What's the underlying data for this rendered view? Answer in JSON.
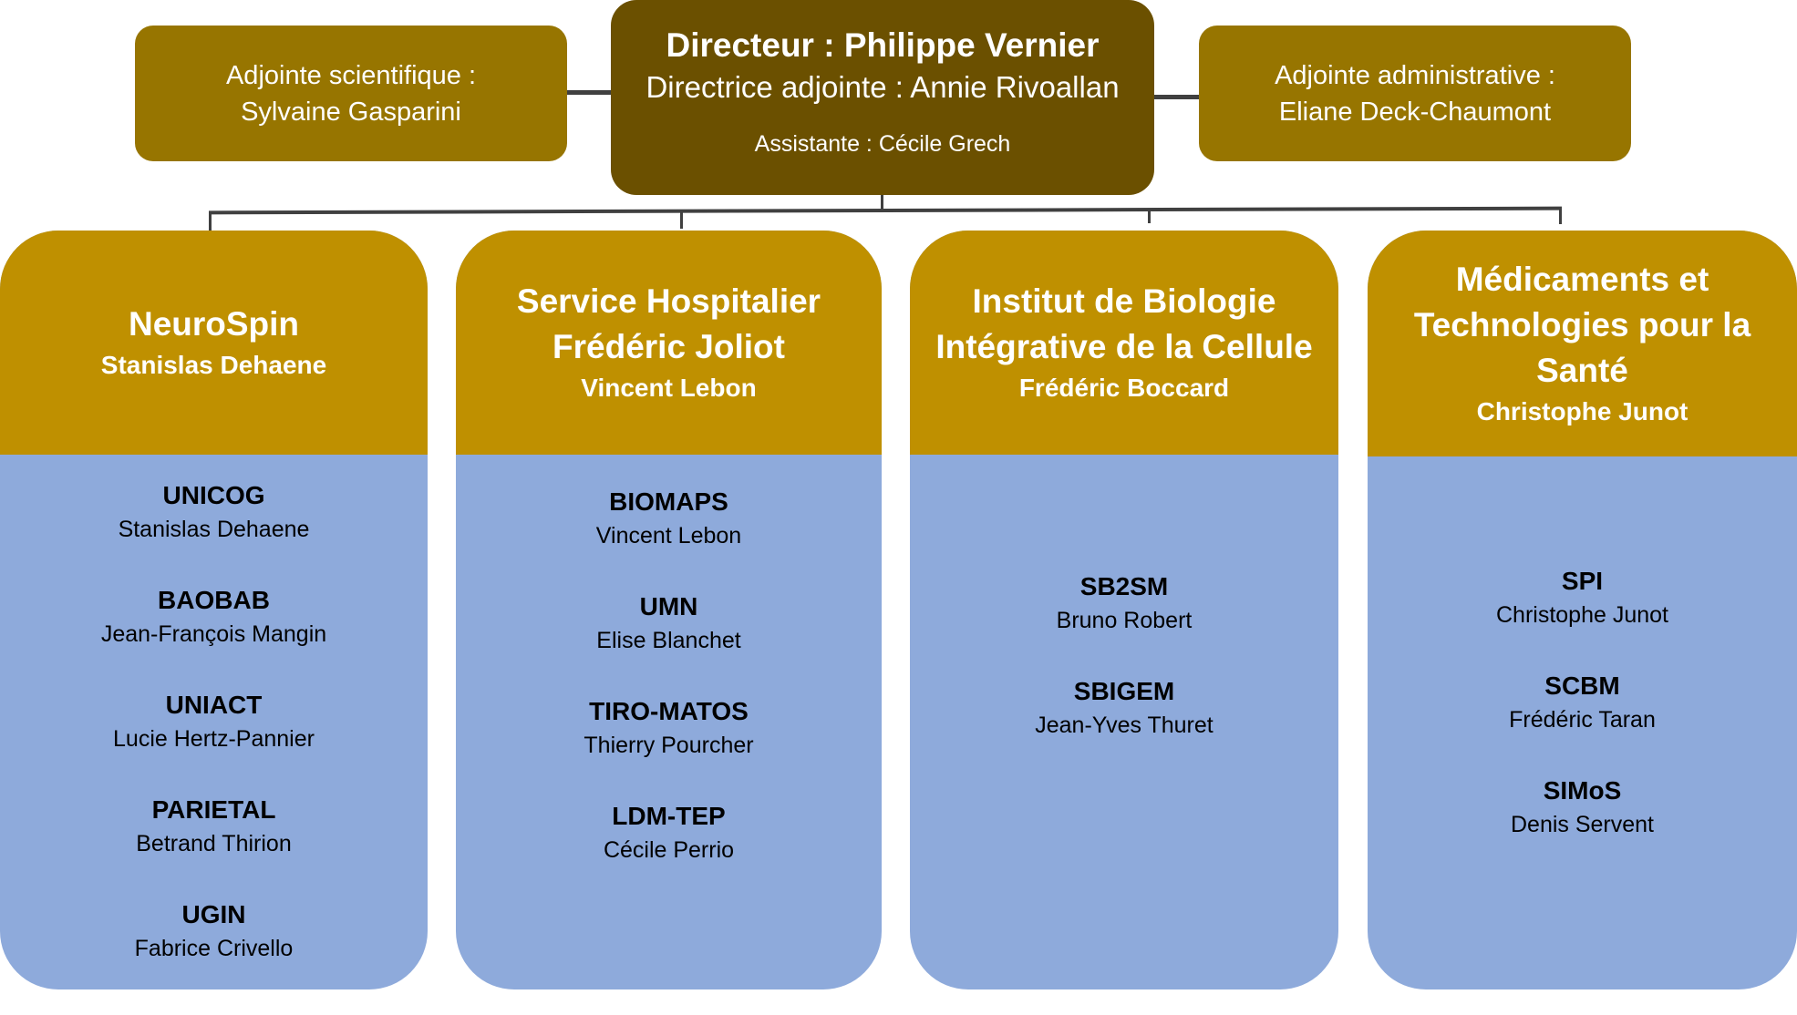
{
  "director": {
    "title": "Directeur : Philippe Vernier",
    "deputy": "Directrice adjointe : Annie Rivoallan",
    "assistant": "Assistante : Cécile Grech"
  },
  "left_box": {
    "role": "Adjointe scientifique :",
    "name": "Sylvaine Gasparini"
  },
  "right_box": {
    "role": "Adjointe administrative :",
    "name": "Eliane Deck-Chaumont"
  },
  "colors": {
    "director": "#6b5000",
    "deputies": "#977500",
    "headers": "#bf9000",
    "bodies": "#8eaadb"
  },
  "columns": [
    {
      "title": "NeuroSpin",
      "lead": "Stanislas Dehaene",
      "units": [
        {
          "name": "UNICOG",
          "lead": "Stanislas Dehaene"
        },
        {
          "name": "BAOBAB",
          "lead": "Jean-François Mangin"
        },
        {
          "name": "UNIACT",
          "lead": "Lucie Hertz-Pannier"
        },
        {
          "name": "PARIETAL",
          "lead": "Betrand Thirion"
        },
        {
          "name": "UGIN",
          "lead": "Fabrice Crivello"
        }
      ]
    },
    {
      "title": "Service Hospitalier Frédéric Joliot",
      "lead": "Vincent Lebon",
      "units": [
        {
          "name": "BIOMAPS",
          "lead": "Vincent Lebon"
        },
        {
          "name": "UMN",
          "lead": "Elise Blanchet"
        },
        {
          "name": "TIRO-MATOS",
          "lead": "Thierry Pourcher"
        },
        {
          "name": "LDM-TEP",
          "lead": "Cécile Perrio"
        }
      ]
    },
    {
      "title": "Institut de Biologie Intégrative de la Cellule",
      "lead": "Frédéric Boccard",
      "units": [
        {
          "name": "SB2SM",
          "lead": "Bruno Robert"
        },
        {
          "name": "SBIGEM",
          "lead": "Jean-Yves Thuret"
        }
      ]
    },
    {
      "title": "Médicaments et Technologies pour la Santé",
      "lead": "Christophe Junot",
      "units": [
        {
          "name": "SPI",
          "lead": "Christophe Junot"
        },
        {
          "name": "SCBM",
          "lead": "Frédéric Taran"
        },
        {
          "name": "SIMoS",
          "lead": "Denis Servent"
        }
      ]
    }
  ]
}
